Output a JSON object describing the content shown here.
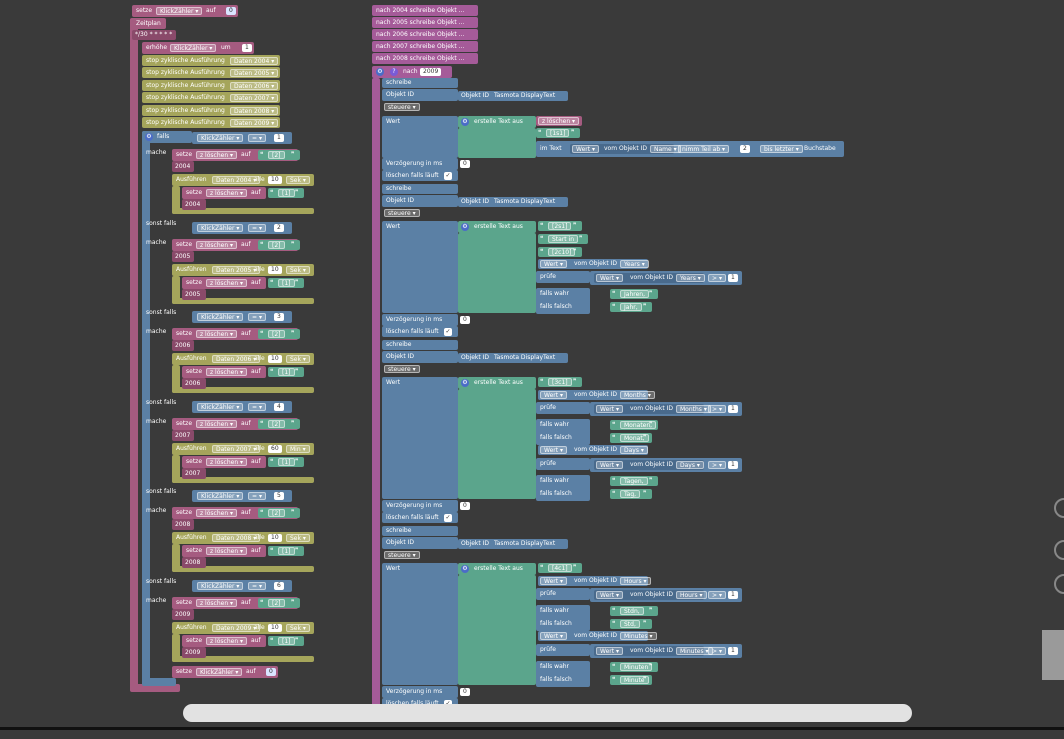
{
  "left_stack": {
    "setze_top": {
      "kw": "setze",
      "var": "KlickZähler",
      "auf": "auf",
      "value": "0"
    },
    "zeitplan": {
      "label": "Zeitplan",
      "cron": "*/30 * * * * *"
    },
    "erhoehe": {
      "kw": "erhöhe",
      "var": "KlickZähler",
      "um": "um",
      "value": "1"
    },
    "stop_label": "stop zyklische Ausführung",
    "stop_items": [
      "Daten 2004",
      "Daten 2005",
      "Daten 2006",
      "Daten 2007",
      "Daten 2008",
      "Daten 2009"
    ],
    "falls": "falls",
    "sonst_falls": "sonst falls",
    "mache": "mache",
    "eq": "= ",
    "setze_kw": "setze",
    "auf_kw": "auf",
    "var_zloeschen": "z löschen",
    "var_klick": "KlickZähler",
    "ausfuehren_kw": "Ausführen",
    "alle_kw": "alle",
    "cases": [
      {
        "n": "1",
        "str_val": "[2]",
        "year": "2004",
        "daten": "Daten 2004",
        "interval": "10",
        "unit": "Sek",
        "clear_val": "[1]"
      },
      {
        "n": "2",
        "str_val": "[2]",
        "year": "2005",
        "daten": "Daten 2005",
        "interval": "10",
        "unit": "Sek",
        "clear_val": "[1]"
      },
      {
        "n": "3",
        "str_val": "[2]",
        "year": "2006",
        "daten": "Daten 2006",
        "interval": "10",
        "unit": "Sek",
        "clear_val": "[1]"
      },
      {
        "n": "4",
        "str_val": "[2]",
        "year": "2007",
        "daten": "Daten 2007",
        "interval": "60",
        "unit": "Min",
        "clear_val": "[1]"
      },
      {
        "n": "5",
        "str_val": "[2]",
        "year": "2008",
        "daten": "Daten 2008",
        "interval": "10",
        "unit": "Sek",
        "clear_val": "[1]"
      },
      {
        "n": "6",
        "str_val": "[2]",
        "year": "2009",
        "daten": "Daten 2009",
        "interval": "10",
        "unit": "Sek",
        "clear_val": "[1]"
      }
    ],
    "setze_end": {
      "var": "KlickZähler",
      "value": "0"
    }
  },
  "right_stack": {
    "nach_items": [
      "nach 2004  schreibe Objekt ...",
      "nach 2005  schreibe Objekt ...",
      "nach 2006  schreibe Objekt ...",
      "nach 2007  schreibe Objekt ...",
      "nach 2008  schreibe Objekt ..."
    ],
    "nach_main": {
      "label": "nach",
      "value": "2009"
    },
    "schreibe": "schreibe",
    "objekt_id": "Objekt ID",
    "objekt_id_short": "Objekt ID",
    "target": "Tasmota  DisplayText",
    "steuere": "steuere",
    "wert": "Wert",
    "erstelle": "erstelle Text aus",
    "verzoegerung": "Verzögerung in ms",
    "verz_val": "0",
    "loeschen": "löschen falls läuft",
    "im_text": "im Text",
    "vom_objekt": "vom Objekt ID",
    "pruefe": "prüfe",
    "falls_wahr": "falls wahr",
    "falls_falsch": "falls falsch",
    "gt": ">",
    "one": "1",
    "sec1": {
      "z_loeschen": "z löschen",
      "s1c1": "[1s1]",
      "name": "Name",
      "nimm": "nimm Teil ab",
      "num2": "2",
      "bis": "bis letzter",
      "buchstabe": "Buchstabe"
    },
    "sec2": {
      "s2c1": "[2s1]",
      "start": "Start in",
      "s2c10": "[2c10]",
      "years": "Years",
      "jahren": "Jahren,",
      "jahr": "Jahr,"
    },
    "sec3": {
      "s3c1": "[3c1]",
      "months": "Months",
      "monaten": "Monaten,",
      "monat": "Monat,",
      "days": "Days",
      "tagen": "Tagen,",
      "tag": "Tag,"
    },
    "sec4": {
      "s4c1": "[4c1]",
      "hours": "Hours",
      "stdn": "Stdn,",
      "std": "Std,",
      "minutes": "Minutes",
      "minuten": "Minuten",
      "minute": "Minute"
    }
  }
}
